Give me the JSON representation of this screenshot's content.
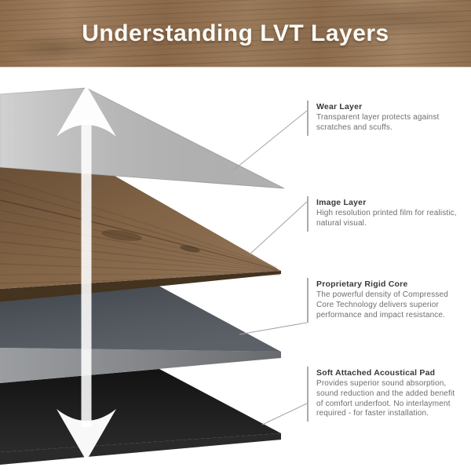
{
  "header": {
    "title": "Understanding LVT Layers"
  },
  "callouts": [
    {
      "title": "Wear Layer",
      "body": "Transparent layer protects against scratches and scuffs."
    },
    {
      "title": "Image Layer",
      "body": "High resolution printed film for realistic, natural visual."
    },
    {
      "title": "Proprietary Rigid Core",
      "body": "The powerful density of Compressed Core Technology delivers superior performance and impact resistance."
    },
    {
      "title": "Soft Attached Acoustical Pad",
      "body": "Provides superior sound absorption, sound reduction and the added benefit of comfort underfoot. No interlayment required - for faster installation."
    }
  ],
  "diagram": {
    "layers": [
      {
        "name": "wear-layer",
        "color": "#bcbcbc",
        "edge_color": "#a2a2a2"
      },
      {
        "name": "image-layer",
        "color": "#8a6a4b",
        "edge_color": "#43331f"
      },
      {
        "name": "rigid-core",
        "color": "#4a4f57",
        "edge_color": "#85888c"
      },
      {
        "name": "acoustical-pad",
        "color": "#131313",
        "edge_color": "#2a2a2a"
      }
    ],
    "arrow": {
      "name": "thickness-arrow",
      "color": "#ffffff"
    }
  },
  "colors": {
    "connector": "#a3a3a3",
    "header_text": "#fbfaf6",
    "callout_title_text": "#383838",
    "callout_body_text": "#6e6e6e",
    "background": "#ffffff"
  }
}
